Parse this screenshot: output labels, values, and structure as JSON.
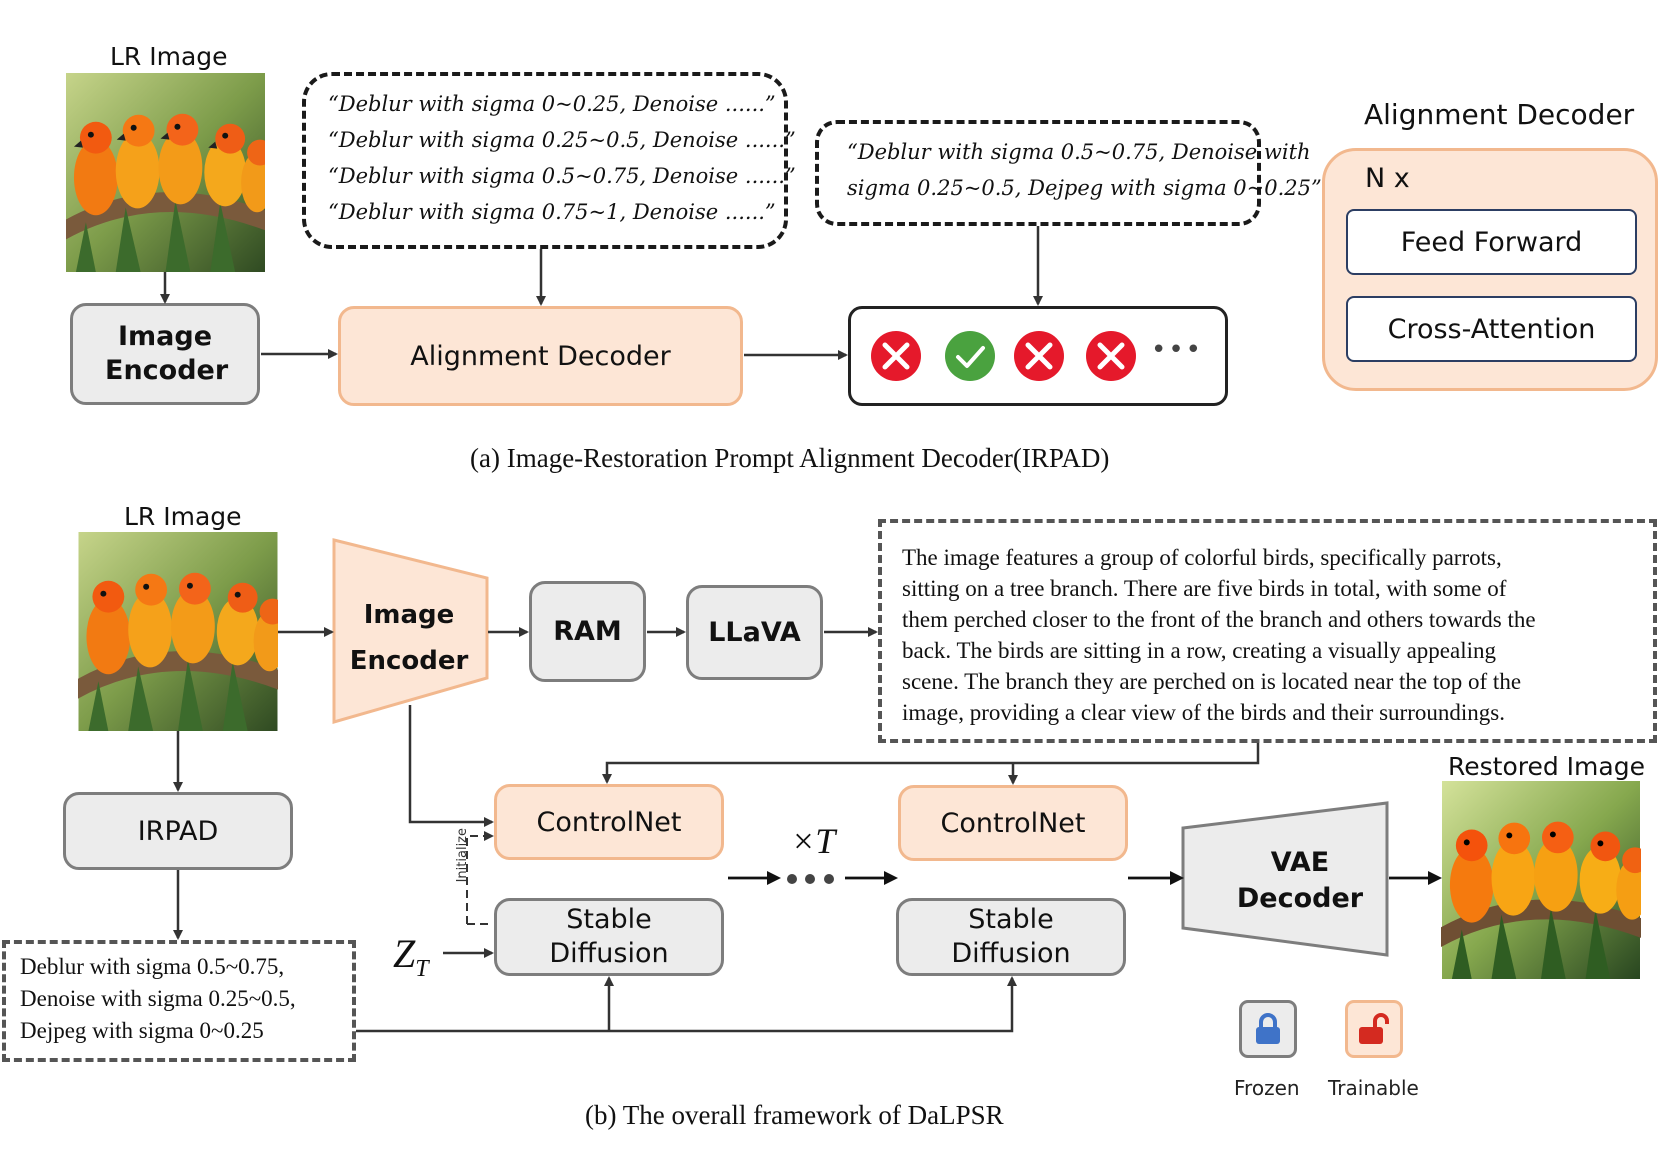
{
  "panel_a": {
    "lr_image_label": "LR Image",
    "image_encoder_label": "Image Encoder",
    "alignment_decoder_label": "Alignment Decoder",
    "prompt_candidates": [
      "“Deblur with sigma 0~0.25, Denoise ......”",
      "“Deblur with sigma 0.25~0.5, Denoise ......”",
      "“Deblur with sigma 0.5~0.75, Denoise ......”",
      "“Deblur with sigma 0.75~1, Denoise ......”"
    ],
    "selected_prompt_line1": "“Deblur with sigma 0.5~0.75, Denoise with",
    "selected_prompt_line2": "sigma 0.25~0.5, Dejpeg with sigma 0~0.25”",
    "results": [
      "cross",
      "check",
      "cross",
      "cross"
    ],
    "results_ellipsis": "•••",
    "detail": {
      "title": "Alignment Decoder",
      "repeat": "N x",
      "feed_forward": "Feed Forward",
      "cross_attention": "Cross-Attention"
    },
    "caption": "(a) Image-Restoration Prompt Alignment Decoder(IRPAD)"
  },
  "panel_b": {
    "lr_image_label": "LR Image",
    "image_encoder_line1": "Image",
    "image_encoder_line2": "Encoder",
    "ram_label": "RAM",
    "llava_label": "LLaVA",
    "description": "The image features a group of colorful birds, specifically parrots, sitting on a tree branch. There are five birds in total, with some of them perched closer to the front of the branch and others towards the back. The birds are sitting in a row, creating a visually appealing scene. The branch they are perched on is located near the top of the image, providing a clear view of the birds and their surroundings.",
    "description_lines": [
      "The image features a group of colorful birds, specifically parrots,",
      "sitting on a tree branch. There are five birds in total, with some of",
      "them perched closer to the front of the branch and others towards the",
      "back. The birds are sitting in a row, creating a visually appealing",
      "scene. The branch they are perched on is located near the top of the",
      "image, providing a clear view of the birds and their surroundings."
    ],
    "irpad_label": "IRPAD",
    "prompt_lines": [
      "Deblur with sigma 0.5~0.75,",
      "Denoise with sigma 0.25~0.5,",
      "Dejpeg with sigma 0~0.25"
    ],
    "controlnet_label": "ControlNet",
    "stable_diffusion_line1": "Stable",
    "stable_diffusion_line2": "Diffusion",
    "initialize_label": "Initialize",
    "zt_label": "Z",
    "zt_sub": "T",
    "times_t": "×T",
    "vae_line1": "VAE",
    "vae_line2": "Decoder",
    "restored_label": "Restored Image",
    "legend_frozen": "Frozen",
    "legend_trainable": "Trainable",
    "caption": "(b) The overall framework of DaLPSR"
  },
  "colors": {
    "peach_fill": "#fde6d6",
    "peach_border": "#f2b88e",
    "grey_fill": "#ececec",
    "grey_border": "#7d7d7d",
    "cross_red": "#e5192b",
    "check_green": "#4aa23f",
    "frozen_blue": "#3f73c8",
    "trainable_red": "#d42a20"
  }
}
